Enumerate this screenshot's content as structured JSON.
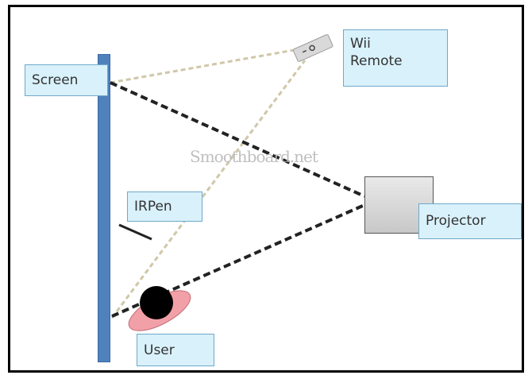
{
  "labels": {
    "screen": "Screen",
    "wii_line1": "Wii",
    "wii_line2": "Remote",
    "ir_pen": "IRPen",
    "projector": "Projector",
    "user": "User"
  },
  "watermark": "Smoothboard.net",
  "colors": {
    "screen_bar": "#4f81bd",
    "label_fill": "#d9f1fb",
    "label_border": "#6fa9c9",
    "beam_dark": "#222222",
    "beam_light": "#cfc7a8",
    "user_body": "#f2a0a8",
    "user_head": "#000000"
  }
}
